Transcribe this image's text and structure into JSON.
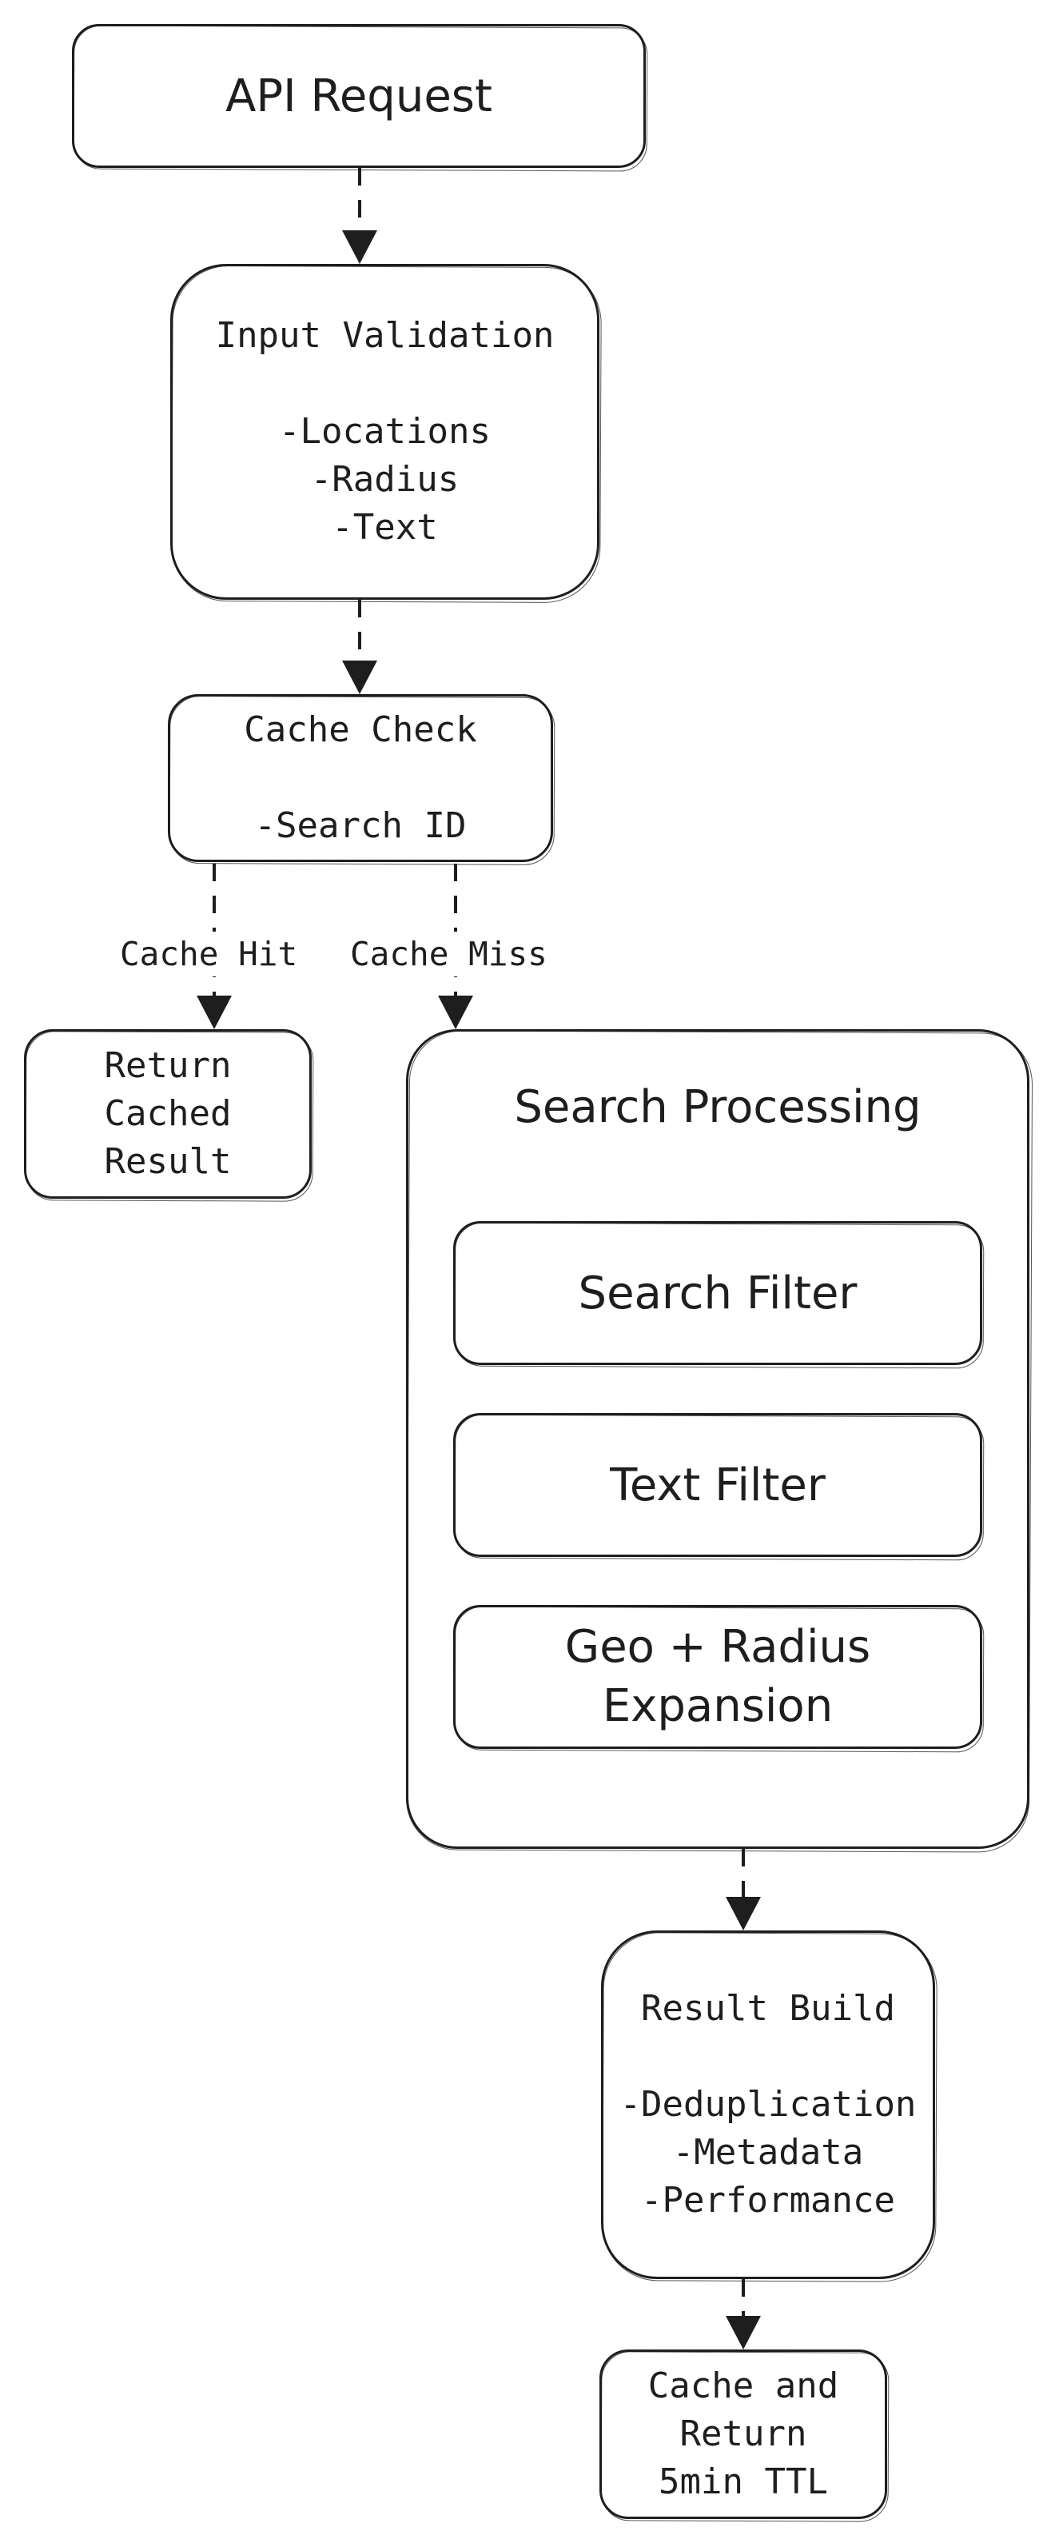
{
  "nodes": {
    "api_request": {
      "label": "API Request"
    },
    "input_validation": {
      "title": "Input Validation",
      "items": [
        "-Locations",
        "-Radius",
        "-Text"
      ]
    },
    "cache_check": {
      "title": "Cache Check",
      "items": [
        "-Search ID"
      ]
    },
    "return_cached": {
      "lines": [
        "Return",
        "Cached",
        "Result"
      ]
    },
    "search_processing": {
      "title": "Search Processing",
      "search_filter": "Search Filter",
      "text_filter": "Text Filter",
      "geo_radius": [
        "Geo + Radius",
        "Expansion"
      ]
    },
    "result_build": {
      "title": "Result Build",
      "items": [
        "-Deduplication",
        "-Metadata",
        "-Performance"
      ]
    },
    "cache_return": {
      "lines": [
        "Cache and",
        "Return",
        "5min TTL"
      ]
    }
  },
  "edges": {
    "cache_hit_label": "Cache Hit",
    "cache_miss_label": "Cache Miss"
  }
}
